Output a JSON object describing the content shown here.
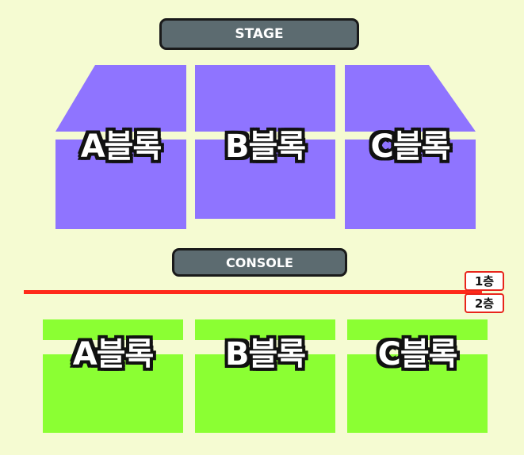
{
  "stage_label": "STAGE",
  "console_label": "CONSOLE",
  "floor1": {
    "colors": {
      "block": "#8f74ff",
      "background": "#f5fbd2"
    },
    "blocks": [
      {
        "label": "A블록"
      },
      {
        "label": "B블록"
      },
      {
        "label": "C블록"
      }
    ]
  },
  "floor2": {
    "colors": {
      "block": "#8bff33"
    },
    "blocks": [
      {
        "label": "A블록"
      },
      {
        "label": "B블록"
      },
      {
        "label": "C블록"
      }
    ]
  },
  "floor_divider": {
    "color": "#ff2a1a",
    "upper_label": "1층",
    "lower_label": "2층"
  }
}
